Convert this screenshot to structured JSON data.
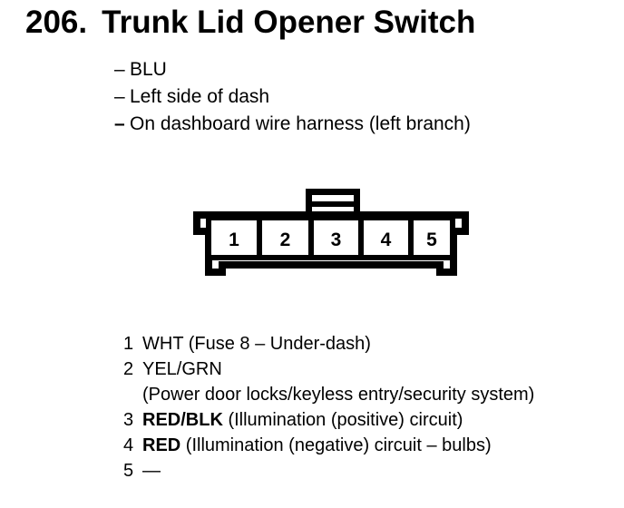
{
  "header": {
    "number": "206.",
    "title": "Trunk Lid Opener Switch"
  },
  "attributes": [
    {
      "dash": "–",
      "text": "BLU"
    },
    {
      "dash": "–",
      "text": "Left side of dash"
    },
    {
      "dash": "–",
      "text": "On dashboard wire harness (left branch)"
    }
  ],
  "connector": {
    "pins": [
      "1",
      "2",
      "3",
      "4",
      "5"
    ]
  },
  "pin_list": [
    {
      "pin": "1",
      "code": "WHT",
      "desc": "(Fuse 8 – Under-dash)"
    },
    {
      "pin": "2",
      "code": "YEL/GRN",
      "wrap": "(Power door locks/keyless entry/security system)"
    },
    {
      "pin": "3",
      "code": "RED/BLK",
      "desc": "(Illumination (positive) circuit)"
    },
    {
      "pin": "4",
      "code": "RED",
      "desc": "(Illumination (negative) circuit – bulbs)"
    },
    {
      "pin": "5",
      "code": "—",
      "desc": ""
    }
  ],
  "colors": {
    "ink": "#000000",
    "paper": "#ffffff"
  }
}
